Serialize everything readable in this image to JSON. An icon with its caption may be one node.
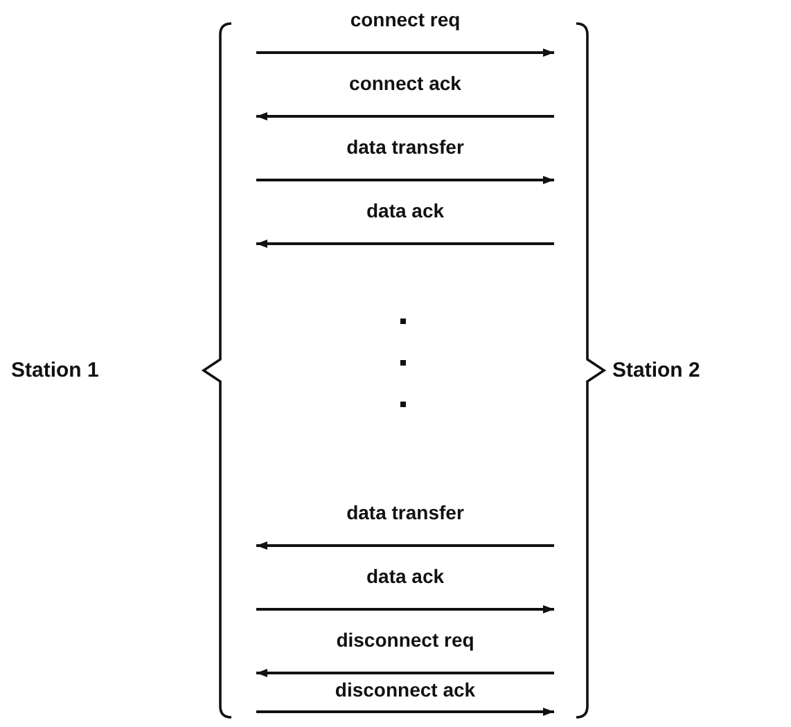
{
  "diagram": {
    "nodes": [
      {
        "text": [
          "Station 1"
        ]
      },
      {
        "text": [
          "Station 2"
        ]
      }
    ],
    "edges": [
      {
        "from": 0,
        "to": 1,
        "arrow": "to",
        "label": "connect req"
      },
      {
        "from": 1,
        "to": 0,
        "arrow": "to",
        "label": "connect ack"
      },
      {
        "from": 0,
        "to": 1,
        "arrow": "to",
        "label": "data transfer"
      },
      {
        "from": 1,
        "to": 0,
        "arrow": "to",
        "label": "data ack"
      },
      {
        "from": 1,
        "to": 0,
        "arrow": "to",
        "label": "data transfer"
      },
      {
        "from": 0,
        "to": 1,
        "arrow": "to",
        "label": "data ack"
      },
      {
        "from": 1,
        "to": 0,
        "arrow": "to",
        "label": "disconnect req"
      },
      {
        "from": 0,
        "to": 1,
        "arrow": "to",
        "label": "disconnect ack"
      }
    ]
  }
}
